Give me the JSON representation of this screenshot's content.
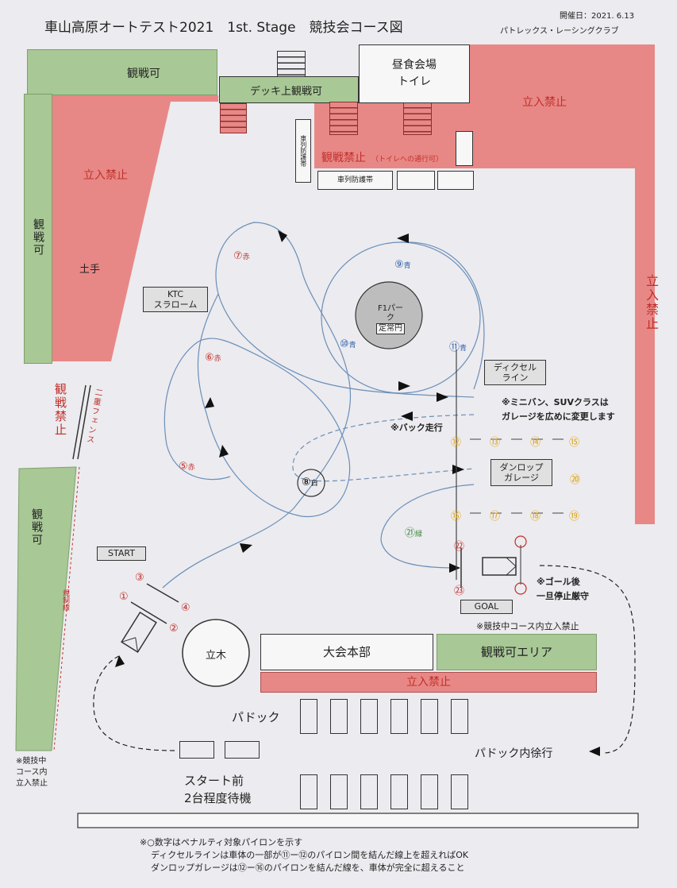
{
  "header": {
    "title": "車山高原オートテスト2021　1st. Stage　競技会コース図",
    "date": "開催日：2021. 6.13",
    "club": "パトレックス・レーシングクラブ"
  },
  "zones": {
    "spectate_top": "観戦可",
    "deck_spectate": "デッキ上観戦可",
    "lunch": "昼食会場",
    "toilet": "トイレ",
    "no_entry": "立入禁止",
    "no_entry_v": "立入禁止",
    "no_spectate": "観戦禁止",
    "toilet_path": "（トイレへの通行可）",
    "barrier_v": "車列防護帯",
    "barrier_h": "車列防護帯",
    "spectate_left": "観戦可",
    "embankment": "土手",
    "no_spectate_left": "観戦禁止",
    "double_fence": "二重フェンス",
    "spectate_left2": "観戦可",
    "regulation_line": "規制線",
    "note_left": "※競技中\nコース内\n立入禁止",
    "hq": "大会本部",
    "spectate_area": "観戦可エリア",
    "no_entry_bottom": "立入禁止",
    "paddock": "パドック",
    "paddock_slow": "パドック内徐行",
    "start_wait_1": "スタート前",
    "start_wait_2": "2台程度待機",
    "tree": "立木"
  },
  "course": {
    "ktc_1": "KTC",
    "ktc_2": "スラローム",
    "f1_1": "F1パーク",
    "f1_2": "定常円",
    "decel_1": "ディクセル",
    "decel_2": "ライン",
    "dunlop_1": "ダンロップ",
    "dunlop_2": "ガレージ",
    "start": "START",
    "goal": "GOAL",
    "note_minivan_1": "※ミニバン、SUVクラスは",
    "note_minivan_2": "ガレージを広めに変更します",
    "back_run": "※バック走行",
    "goal_stop_1": "※ゴール後",
    "goal_stop_2": "一旦停止厳守",
    "no_entry_course": "※競技中コース内立入禁止"
  },
  "pylons": {
    "p1": "①",
    "p2": "②",
    "p3": "③",
    "p4": "④",
    "p5": "⑤",
    "p5c": "赤",
    "p6": "⑥",
    "p6c": "赤",
    "p7": "⑦",
    "p7c": "赤",
    "p8": "⑧",
    "p8c": "白",
    "p9": "⑨",
    "p9c": "青",
    "p10": "⑩",
    "p10c": "青",
    "p11": "⑪",
    "p11c": "青",
    "p12": "⑫",
    "p13": "⑬",
    "p14": "⑭",
    "p15": "⑮",
    "p16": "⑯",
    "p17": "⑰",
    "p18": "⑱",
    "p19": "⑲",
    "p20": "⑳",
    "p21": "㉑",
    "p21c": "緑",
    "p22": "㉒",
    "p23": "㉓"
  },
  "footnotes": {
    "line1": "※○数字はペナルティ対象パイロンを示す",
    "line2": "ディクセルラインは車体の一部が⑪ー⑫のパイロン間を結んだ線上を超えればOK",
    "line3": "ダンロップガレージは⑫ー⑯のパイロンを結んだ線を、車体が完全に超えること"
  },
  "colors": {
    "no_entry": "#e88886",
    "spectate": "#a8c896",
    "course_line": "#6a8fb8",
    "pylon_red": "#c0302a",
    "pylon_blue": "#2d5fa8",
    "pylon_orange": "#e0a000",
    "pylon_green": "#3a8a3a"
  }
}
